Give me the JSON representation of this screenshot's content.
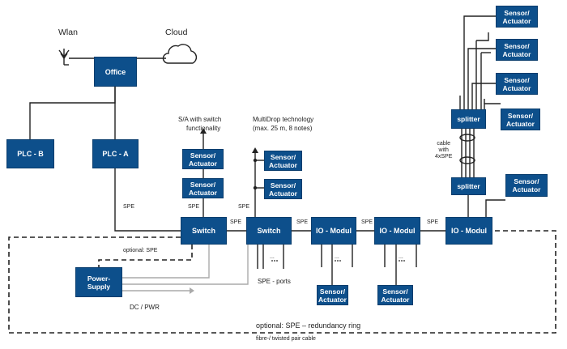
{
  "nodes": {
    "office": "Office",
    "plc_b": "PLC - B",
    "plc_a": "PLC - A",
    "switch_1": "Switch",
    "switch_2": "Switch",
    "io_1": "IO - Modul",
    "io_2": "IO - Modul",
    "io_3": "IO - Modul",
    "power_supply_line1": "Power-",
    "power_supply_line2": "Supply",
    "splitter_top": "splitter",
    "splitter_bottom": "splitter",
    "sensor_line1": "Sensor/",
    "sensor_line2": "Actuator"
  },
  "labels": {
    "wlan": "Wlan",
    "cloud": "Cloud",
    "sa_switch_line1": "S/A with switch",
    "sa_switch_line2": "functionality",
    "multidrop_line1": "MultiDrop technology",
    "multidrop_line2": "(max. 25 m, 8 notes)",
    "spe": "SPE",
    "optional_spe": "optional: SPE",
    "spe_ports": "SPE - ports",
    "dc_pwr": "DC / PWR",
    "redundancy_ring": "optional: SPE – redundancy ring",
    "fibre_cable": "fibre-/ twisted pair cable",
    "cable_line1": "cable",
    "cable_line2": "with",
    "cable_line3": "4xSPE",
    "ellipsis": "..."
  },
  "colors": {
    "box": "#0d4f8b",
    "line": "#222222",
    "gray_line": "#aaaaaa"
  }
}
